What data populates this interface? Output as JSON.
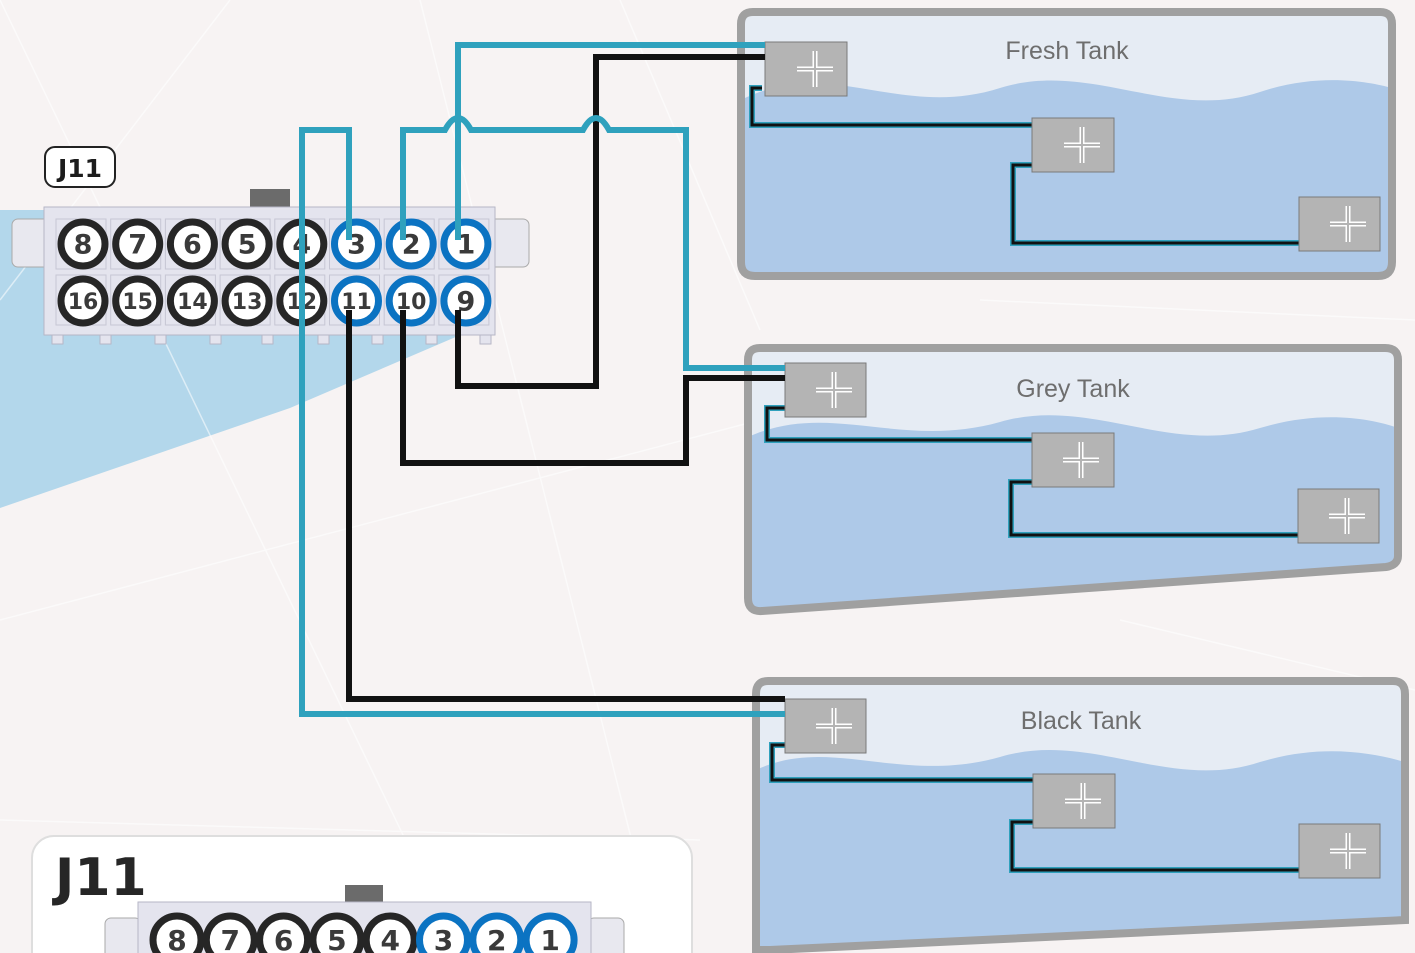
{
  "connector": {
    "label": "J11",
    "top_row_pins": [
      "8",
      "7",
      "6",
      "5",
      "4",
      "3",
      "2",
      "1"
    ],
    "bottom_row_pins": [
      "16",
      "15",
      "14",
      "13",
      "12",
      "11",
      "10",
      "9"
    ],
    "used_pins": [
      "3",
      "2",
      "1",
      "11",
      "10",
      "9"
    ]
  },
  "tanks": [
    {
      "name": "Fresh Tank"
    },
    {
      "name": "Grey Tank"
    },
    {
      "name": "Black Tank"
    }
  ],
  "inset": {
    "label": "J11",
    "pins": [
      "8",
      "7",
      "6",
      "5",
      "4",
      "3",
      "2",
      "1"
    ]
  },
  "colors": {
    "wire_signal": "#2fa1bd",
    "wire_ground": "#111111",
    "pin_used": "#0b73c2",
    "pin_unused": "#262626",
    "water": "#aec9e8",
    "tank_border": "#a0a0a0",
    "sensor": "#b4b4b4"
  }
}
